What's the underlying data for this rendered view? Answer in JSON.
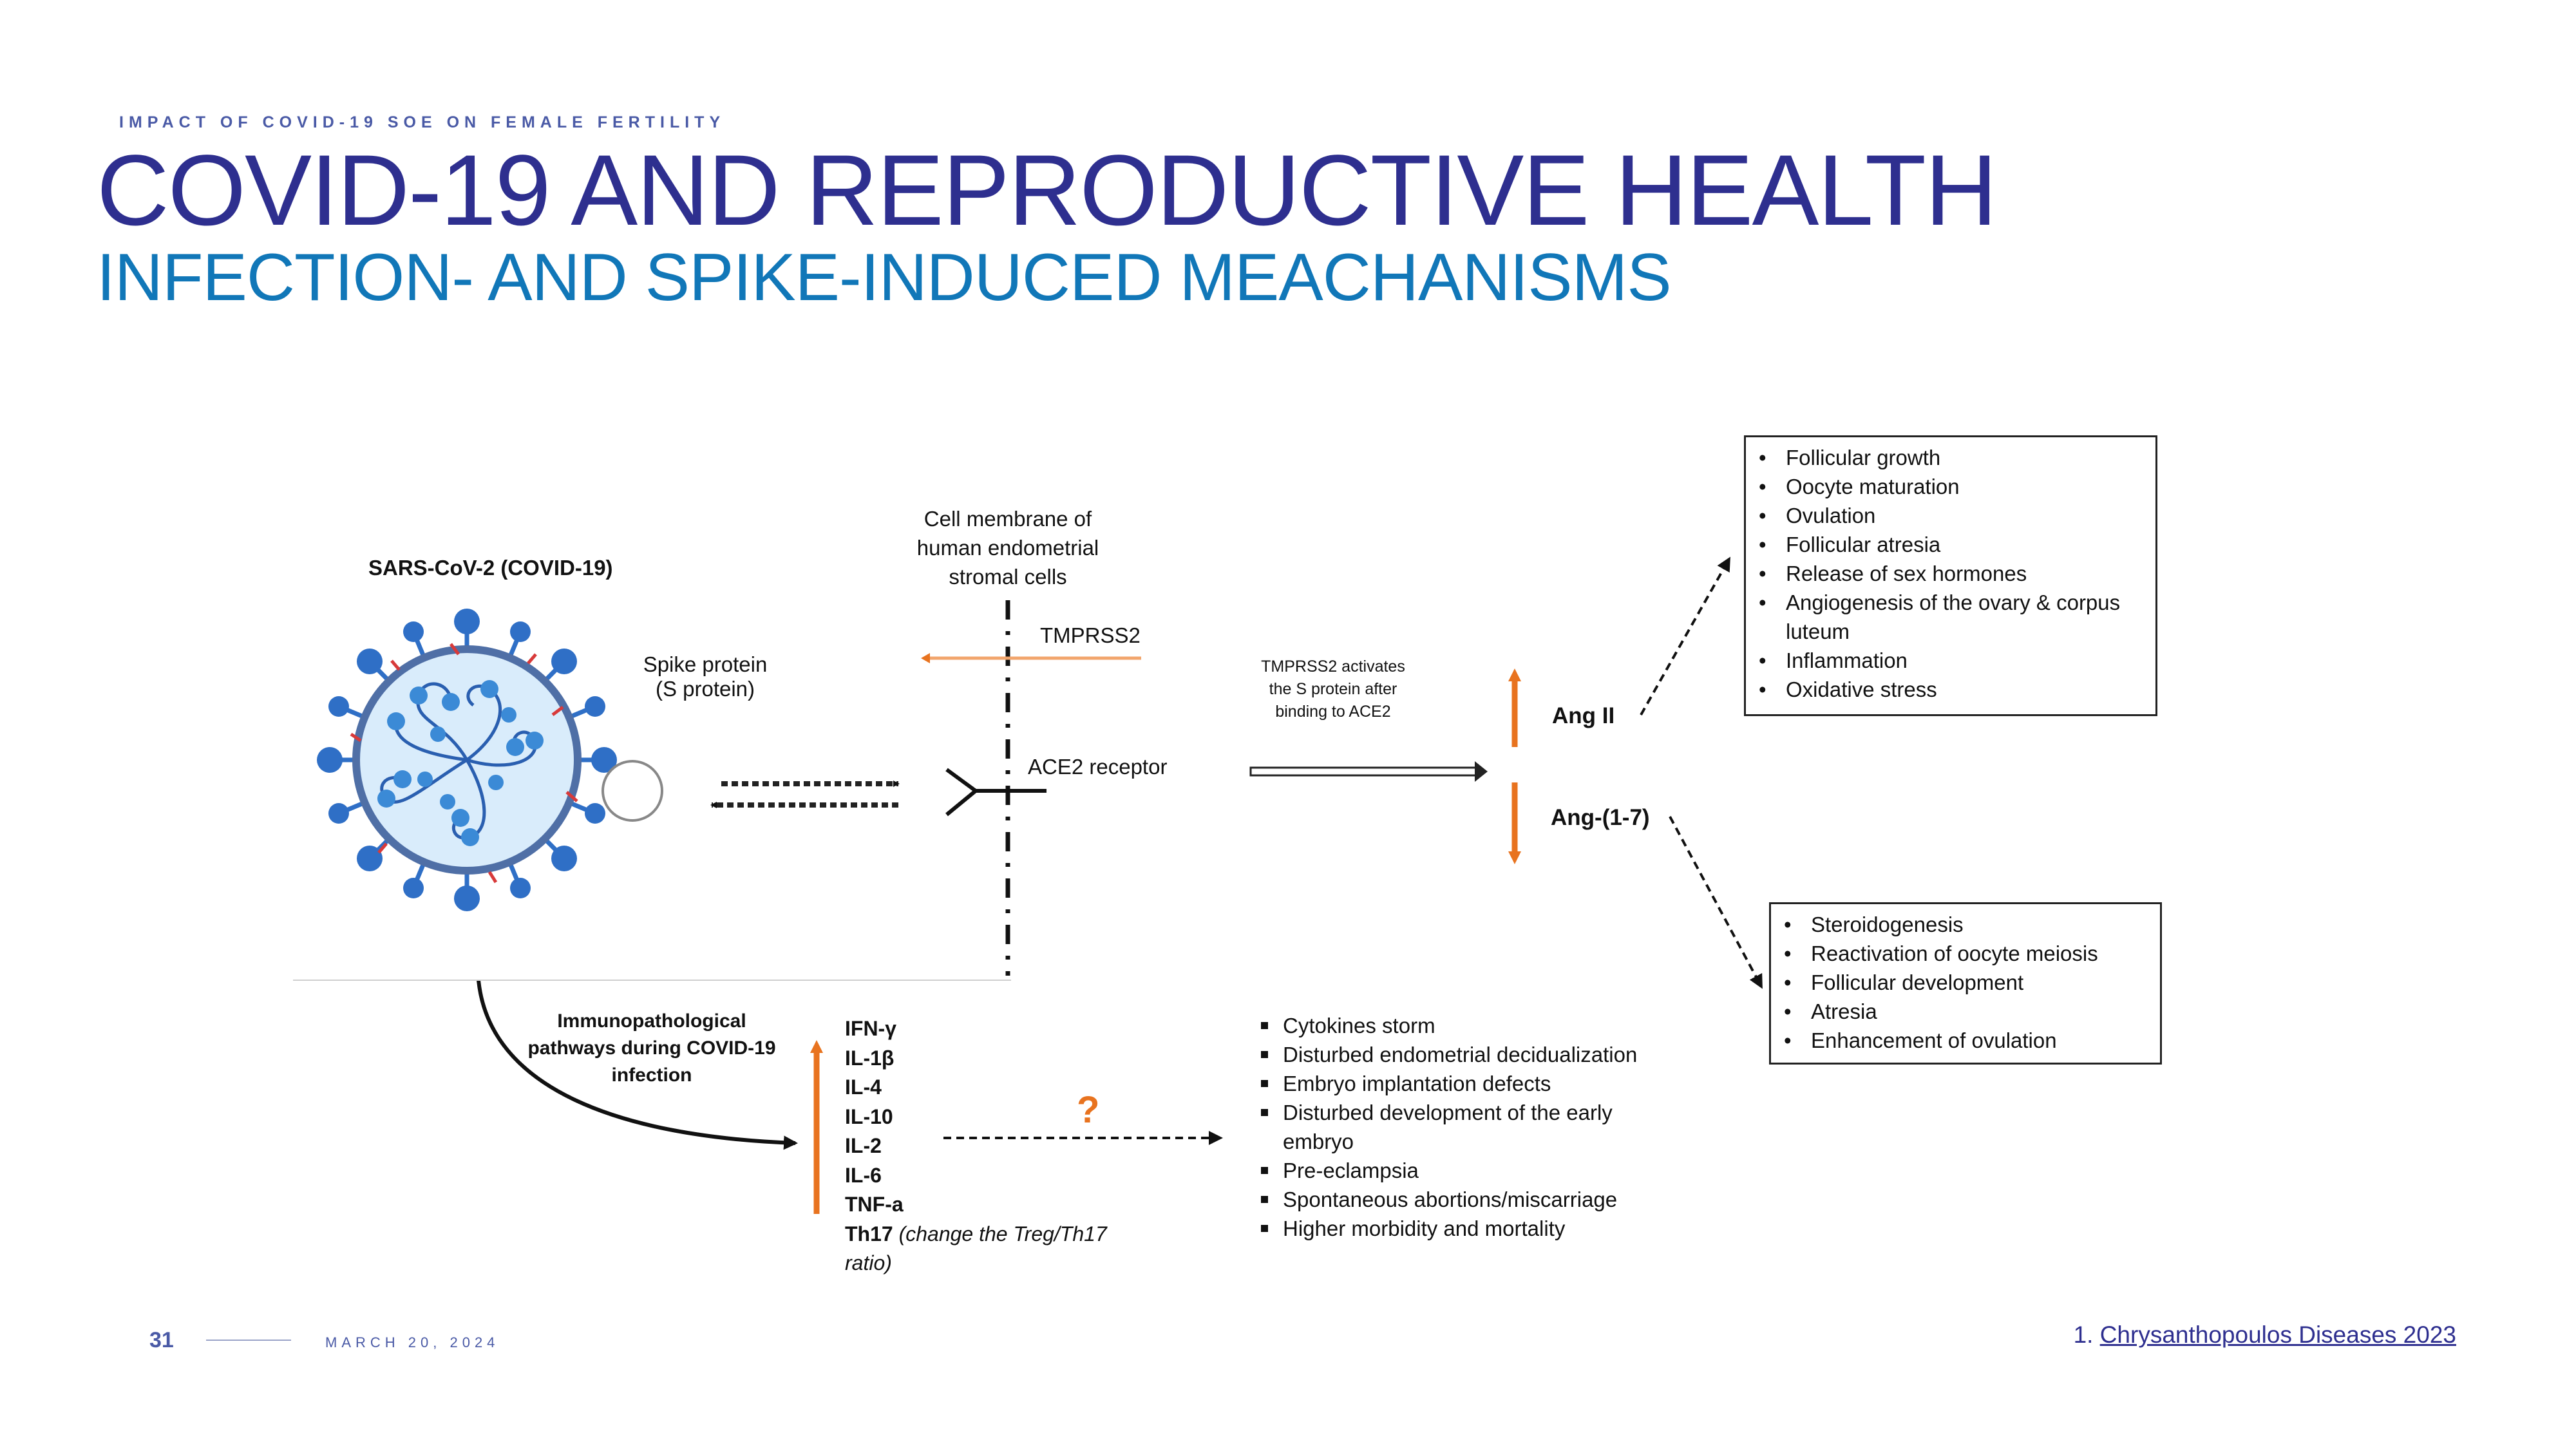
{
  "header": {
    "eyebrow": "IMPACT OF COVID-19 SOE ON FEMALE FERTILITY",
    "title": "COVID-19 AND REPRODUCTIVE HEALTH",
    "subtitle": "INFECTION- AND SPIKE-INDUCED MEACHANISMS"
  },
  "diagram": {
    "virus_label": "SARS-CoV-2 (COVID-19)",
    "spike_label_1": "Spike protein",
    "spike_label_2": "(S protein)",
    "membrane_label_1": "Cell membrane of",
    "membrane_label_2": "human endometrial",
    "membrane_label_3": "stromal cells",
    "tmprss2": "TMPRSS2",
    "ace2": "ACE2 receptor",
    "activation_1": "TMPRSS2 activates",
    "activation_2": "the S protein after",
    "activation_3": "binding to ACE2",
    "ang2": "Ang II",
    "ang17": "Ang-(1-7)",
    "ang2_effects": [
      "Follicular growth",
      "Oocyte maturation",
      "Ovulation",
      "Follicular atresia",
      "Release of sex hormones",
      "Angiogenesis of the ovary & corpus",
      "Inflammation",
      "Oxidative stress"
    ],
    "ang2_effect_cont": "luteum",
    "ang17_effects": [
      "Steroidogenesis",
      "Reactivation of oocyte meiosis",
      "Follicular development",
      "Atresia",
      "Enhancement of ovulation"
    ],
    "immuno_label_1": "Immunopathological",
    "immuno_label_2": "pathways during COVID-19",
    "immuno_label_3": "infection",
    "cytokines": [
      "IFN-γ",
      "IL-1β",
      "IL-4",
      "IL-10",
      "IL-2",
      "IL-6",
      "TNF-a"
    ],
    "th17": "Th17",
    "th17_note": "(change the Treg/Th17",
    "th17_note_2": "ratio)",
    "question": "?",
    "outcomes": [
      "Cytokines storm",
      "Disturbed endometrial decidualization",
      "Embryo implantation defects",
      "Disturbed development of the early",
      "Pre-eclampsia",
      "Spontaneous abortions/miscarriage",
      "Higher morbidity and mortality"
    ],
    "outcome_cont": "embryo"
  },
  "footer": {
    "page": "31",
    "date": "MARCH 20, 2024",
    "citation_prefix": "1.",
    "citation_link": "Chrysanthopoulos Diseases 2023"
  },
  "colors": {
    "title": "#2e2f8f",
    "subtitle": "#1177b8",
    "orange": "#e8731f",
    "virus_blue": "#2f6fc6",
    "virus_light": "#d9ecfb"
  }
}
